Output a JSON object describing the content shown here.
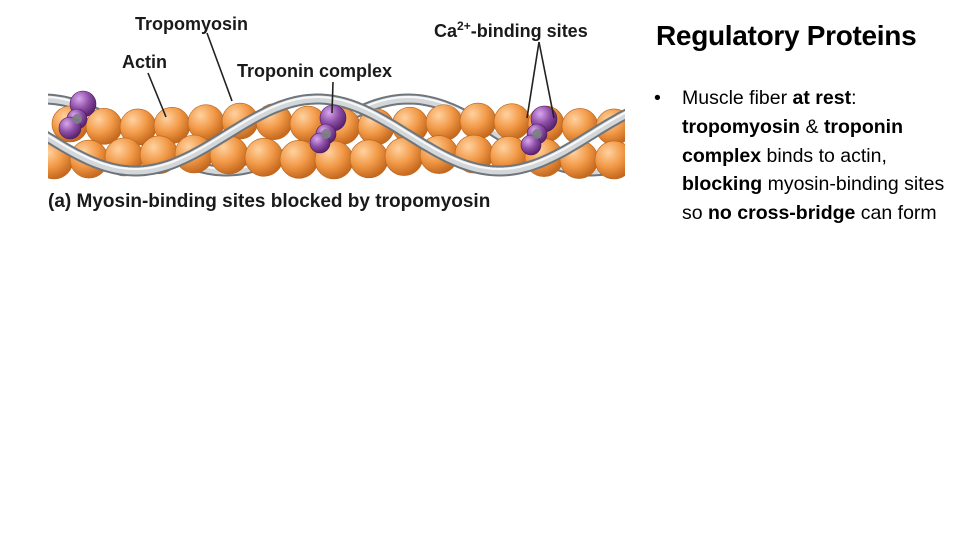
{
  "slide": {
    "title": "Regulatory Proteins",
    "bullets": [
      {
        "segments": [
          {
            "text": "Muscle fiber ",
            "bold": false
          },
          {
            "text": "at rest",
            "bold": true
          },
          {
            "text": ": ",
            "bold": false
          },
          {
            "text": "tropomyosin",
            "bold": true
          },
          {
            "text": " & ",
            "bold": false
          },
          {
            "text": "troponin complex",
            "bold": true
          },
          {
            "text": " binds to actin, ",
            "bold": false
          },
          {
            "text": "blocking",
            "bold": true
          },
          {
            "text": " myosin-binding sites so ",
            "bold": false
          },
          {
            "text": "no cross-bridge",
            "bold": true
          },
          {
            "text": " can form",
            "bold": false
          }
        ]
      }
    ]
  },
  "figure": {
    "labels": {
      "tropomyosin": "Tropomyosin",
      "actin": "Actin",
      "troponin_complex": "Troponin complex",
      "ca_prefix": "Ca",
      "ca_sup": "2+",
      "ca_suffix": "-binding sites"
    },
    "caption": "(a) Myosin-binding sites blocked by tropomyosin",
    "colors": {
      "actin": "#f29a48",
      "actin_shade": "#c76a1f",
      "troponin": "#8e4fa8",
      "tropomyosin": "#c4c8cc",
      "leader_line": "#222222"
    }
  }
}
